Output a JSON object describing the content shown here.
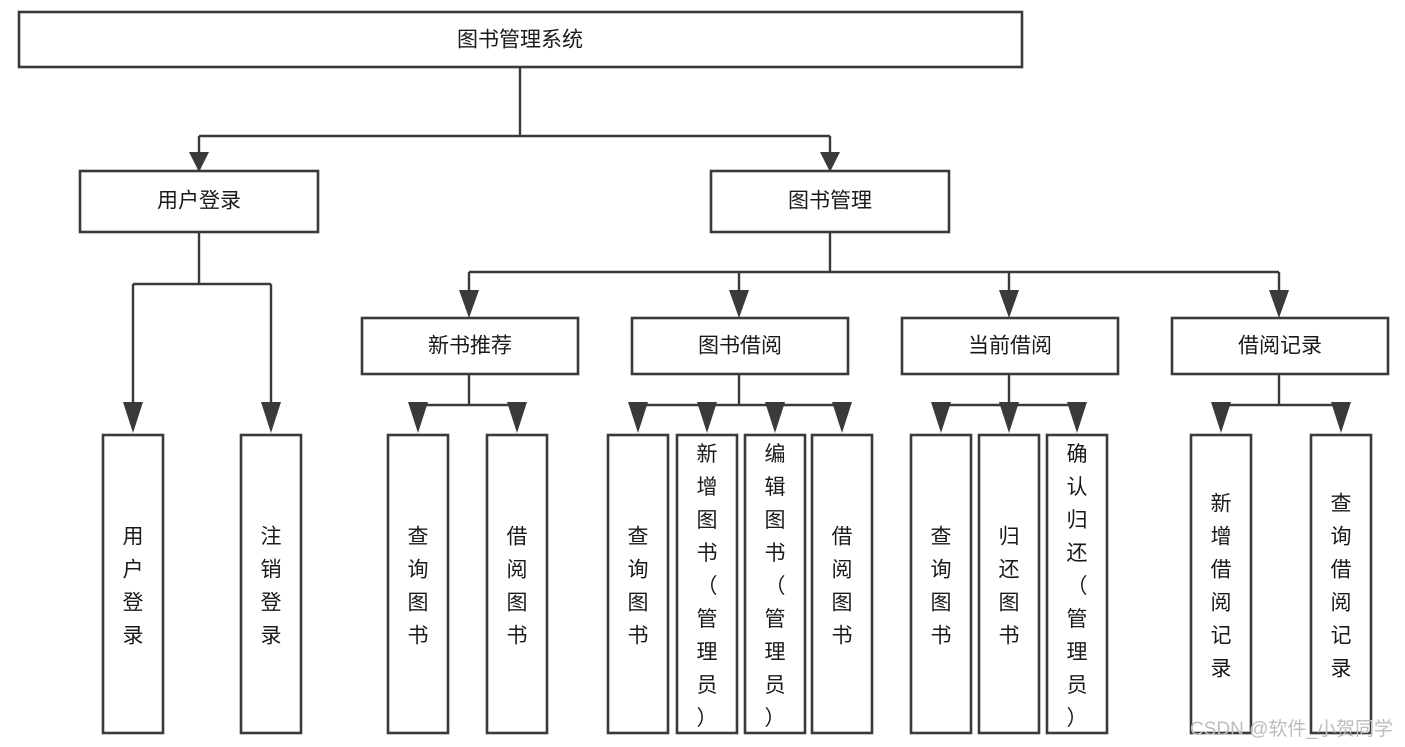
{
  "diagram": {
    "title": "图书管理系统",
    "type": "tree-hierarchy",
    "orientation": "top-down",
    "watermark": "CSDN @软件_小贺同学",
    "colors": {
      "box_stroke": "#3a3a3a",
      "box_fill": "#ffffff",
      "line": "#3a3a3a",
      "text": "#1a1a1a",
      "watermark": "#bdbdbd",
      "background": "#ffffff"
    },
    "levels": {
      "root": {
        "label": "图书管理系统"
      },
      "level2": [
        {
          "id": "user-login",
          "label": "用户登录"
        },
        {
          "id": "book-manage",
          "label": "图书管理"
        }
      ],
      "level3": [
        {
          "id": "new-book-recommend",
          "label": "新书推荐",
          "parent": "book-manage"
        },
        {
          "id": "book-borrow",
          "label": "图书借阅",
          "parent": "book-manage"
        },
        {
          "id": "current-borrow",
          "label": "当前借阅",
          "parent": "book-manage"
        },
        {
          "id": "borrow-record",
          "label": "借阅记录",
          "parent": "book-manage"
        }
      ],
      "leaves": [
        {
          "id": "leaf-user-login",
          "label": "用户登录",
          "parent": "user-login"
        },
        {
          "id": "leaf-user-logout",
          "label": "注销登录",
          "parent": "user-login"
        },
        {
          "id": "leaf-query-book-1",
          "label": "查询图书",
          "parent": "new-book-recommend"
        },
        {
          "id": "leaf-borrow-book-1",
          "label": "借阅图书",
          "parent": "new-book-recommend"
        },
        {
          "id": "leaf-query-book-2",
          "label": "查询图书",
          "parent": "book-borrow"
        },
        {
          "id": "leaf-add-book",
          "label": "新增图书（管理员）",
          "parent": "book-borrow"
        },
        {
          "id": "leaf-edit-book",
          "label": "编辑图书（管理员）",
          "parent": "book-borrow"
        },
        {
          "id": "leaf-borrow-book-2",
          "label": "借阅图书",
          "parent": "book-borrow"
        },
        {
          "id": "leaf-query-book-3",
          "label": "查询图书",
          "parent": "current-borrow"
        },
        {
          "id": "leaf-return-book",
          "label": "归还图书",
          "parent": "current-borrow"
        },
        {
          "id": "leaf-confirm-return",
          "label": "确认归还（管理员）",
          "parent": "current-borrow"
        },
        {
          "id": "leaf-add-record",
          "label": "新增借阅记录",
          "parent": "borrow-record"
        },
        {
          "id": "leaf-query-record",
          "label": "查询借阅记录",
          "parent": "borrow-record"
        }
      ]
    }
  }
}
